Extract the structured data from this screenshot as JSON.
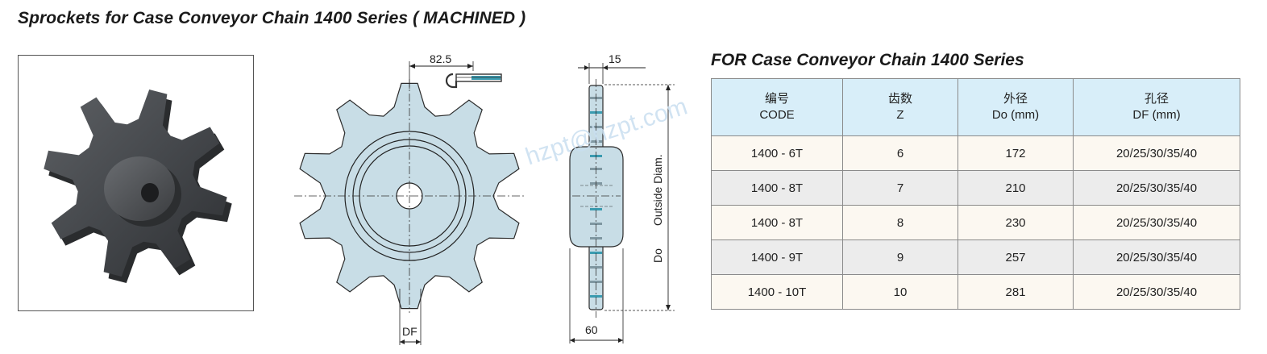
{
  "page": {
    "title": "Sprockets for Case Conveyor Chain 1400 Series ( MACHINED )",
    "watermark": "hzpt@hzpt.com"
  },
  "drawing": {
    "dim_pitch": "82.5",
    "dim_width": "15",
    "dim_hub": "60",
    "dim_bore": "DF",
    "label_outside": "Outside Diam.",
    "label_do": "Do"
  },
  "table": {
    "title": "FOR Case Conveyor Chain 1400 Series",
    "headers": [
      {
        "cn": "编号",
        "en": "CODE"
      },
      {
        "cn": "齿数",
        "en": "Z"
      },
      {
        "cn": "外径",
        "en": "Do (mm)"
      },
      {
        "cn": "孔径",
        "en": "DF (mm)"
      }
    ],
    "rows": [
      [
        "1400 - 6T",
        "6",
        "172",
        "20/25/30/35/40"
      ],
      [
        "1400 - 8T",
        "7",
        "210",
        "20/25/30/35/40"
      ],
      [
        "1400 - 8T",
        "8",
        "230",
        "20/25/30/35/40"
      ],
      [
        "1400 - 9T",
        "9",
        "257",
        "20/25/30/35/40"
      ],
      [
        "1400 - 10T",
        "10",
        "281",
        "20/25/30/35/40"
      ]
    ]
  },
  "colors": {
    "header_bg": "#d8eef9",
    "row_odd_bg": "#fcf8f1",
    "row_even_bg": "#ececec",
    "sprocket_fill": "#c8dde6",
    "accent_teal": "#3a9bb0"
  }
}
